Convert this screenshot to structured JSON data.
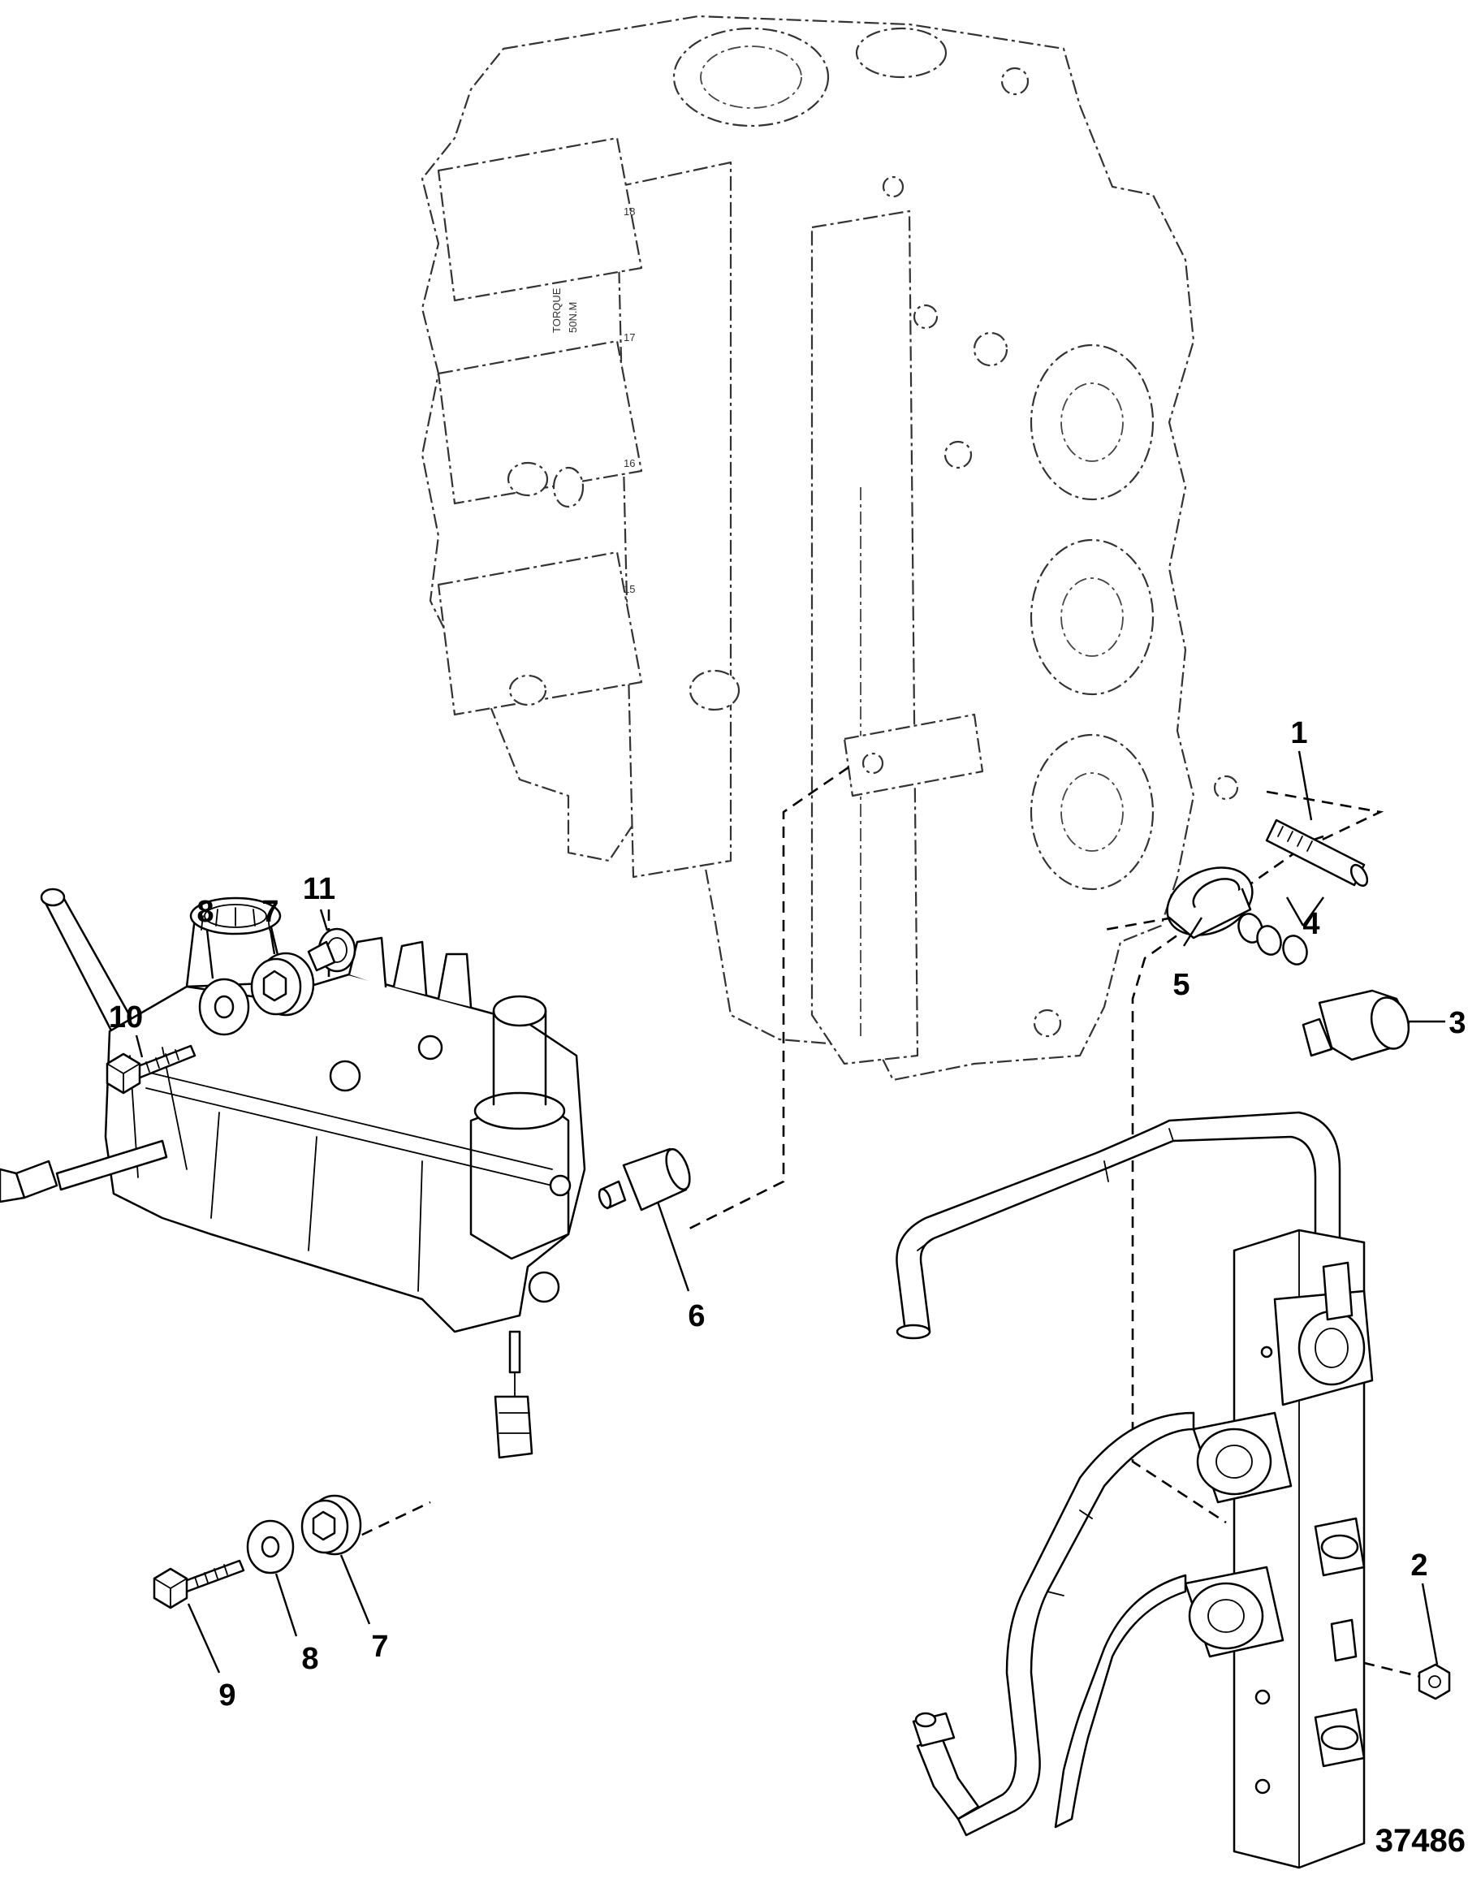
{
  "figure_number": "37486",
  "callouts": {
    "c1": "1",
    "c2": "2",
    "c3": "3",
    "c4": "4",
    "c5": "5",
    "c6": "6",
    "c7a": "7",
    "c7b": "7",
    "c8a": "8",
    "c8b": "8",
    "c9": "9",
    "c10": "10",
    "c11": "11"
  },
  "block_markings": [
    "TORQUE",
    "50N.M",
    "18",
    "17",
    "16",
    "15"
  ]
}
